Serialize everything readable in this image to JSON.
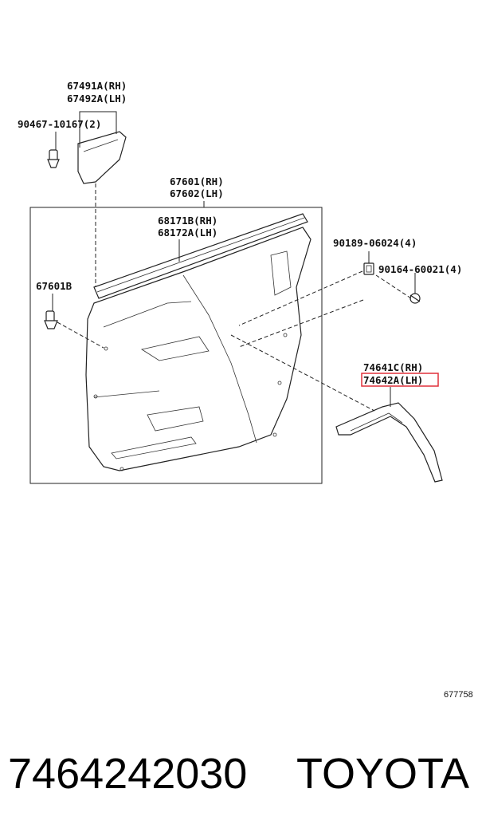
{
  "labels": {
    "l67491a": "67491A(RH)",
    "l67492a": "67492A(LH)",
    "l90467": "90467-10167(2)",
    "l67601": "67601(RH)",
    "l67602": "67602(LH)",
    "l68171b": "68171B(RH)",
    "l68172a": "68172A(LH)",
    "l67601b": "67601B",
    "l90189": "90189-06024(4)",
    "l90164": "90164-60021(4)",
    "l74641c": "74641C(RH)",
    "l74642a": "74642A(LH)",
    "diagram_code": "677758"
  },
  "highlight_color": "#e0303a",
  "footer": {
    "part_number": "7464242030",
    "brand": "TOYOTA"
  }
}
